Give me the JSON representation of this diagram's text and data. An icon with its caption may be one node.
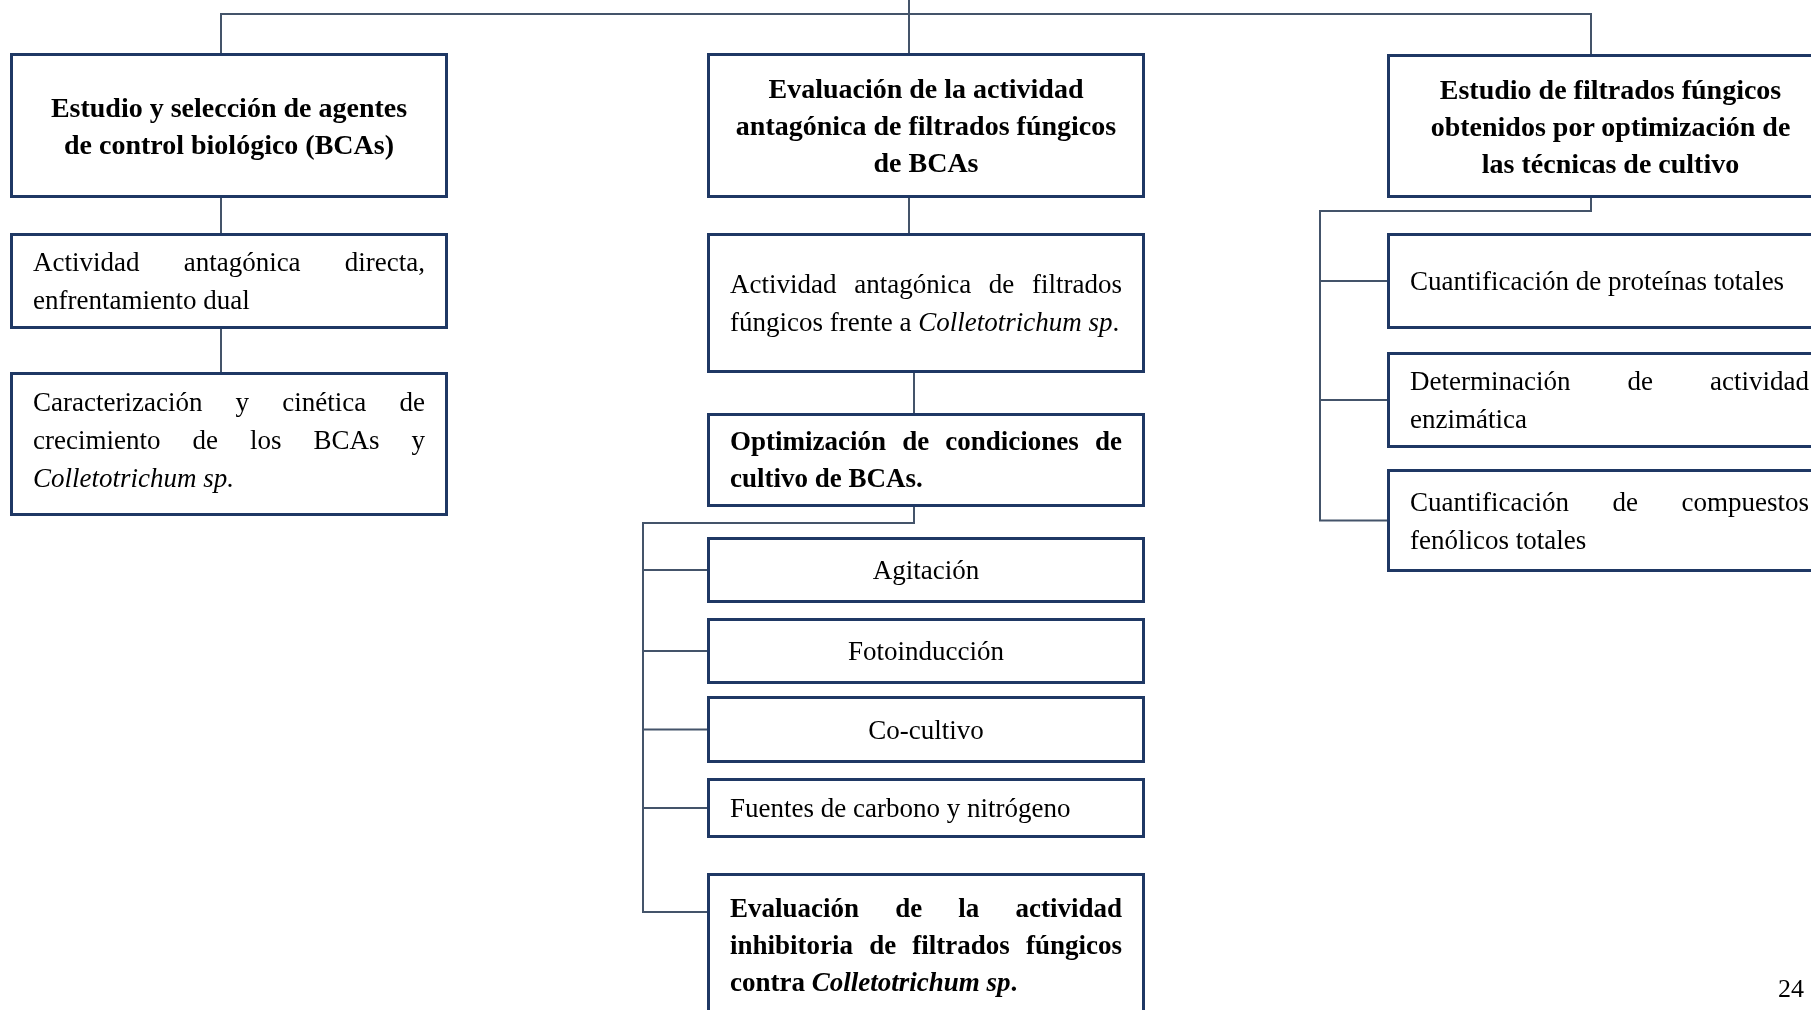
{
  "diagram": {
    "nodes": [
      {
        "text": [
          "Estudio y selección de agentes de control biológico (BCAs)"
        ]
      },
      {
        "text": [
          "Actividad antagónica directa, enfrentamiento dual"
        ]
      },
      {
        "text": [
          "Caracterización y cinética de crecimiento de los BCAs y *Colletotrichum sp.*"
        ]
      },
      {
        "text": [
          "Evaluación de la actividad antagónica de filtrados fúngicos de BCAs"
        ]
      },
      {
        "text": [
          "Actividad antagónica de filtrados fúngicos frente a *Colletotrichum sp*."
        ]
      },
      {
        "text": [
          "Optimización de condiciones de cultivo de BCAs."
        ]
      },
      {
        "text": [
          "Agitación"
        ]
      },
      {
        "text": [
          "Fotoinducción"
        ]
      },
      {
        "text": [
          "Co-cultivo"
        ]
      },
      {
        "text": [
          "Fuentes de carbono y nitrógeno"
        ]
      },
      {
        "text": [
          "Evaluación de la actividad inhibitoria de filtrados fúngicos contra *Colletotrichum sp*."
        ]
      },
      {
        "text": [
          "Estudio de filtrados fúngicos obtenidos por optimización de las técnicas de cultivo"
        ]
      },
      {
        "text": [
          "Cuantificación de proteínas totales"
        ]
      },
      {
        "text": [
          "Determinación de actividad enzimática"
        ]
      },
      {
        "text": [
          "Cuantificación de compuestos fenólicos totales"
        ]
      }
    ],
    "edges": [
      {
        "from": null,
        "to": 0,
        "arrow": "none"
      },
      {
        "from": null,
        "to": 3,
        "arrow": "none"
      },
      {
        "from": null,
        "to": 11,
        "arrow": "none"
      },
      {
        "from": 0,
        "to": 1,
        "arrow": "none"
      },
      {
        "from": 1,
        "to": 2,
        "arrow": "none"
      },
      {
        "from": 3,
        "to": 4,
        "arrow": "none"
      },
      {
        "from": 4,
        "to": 5,
        "arrow": "none"
      },
      {
        "from": 5,
        "to": 6,
        "arrow": "none"
      },
      {
        "from": 5,
        "to": 7,
        "arrow": "none"
      },
      {
        "from": 5,
        "to": 8,
        "arrow": "none"
      },
      {
        "from": 5,
        "to": 9,
        "arrow": "none"
      },
      {
        "from": 5,
        "to": 10,
        "arrow": "none"
      },
      {
        "from": 11,
        "to": 12,
        "arrow": "none"
      },
      {
        "from": 11,
        "to": 13,
        "arrow": "none"
      },
      {
        "from": 11,
        "to": 14,
        "arrow": "none"
      }
    ],
    "labels": [
      "24"
    ]
  }
}
